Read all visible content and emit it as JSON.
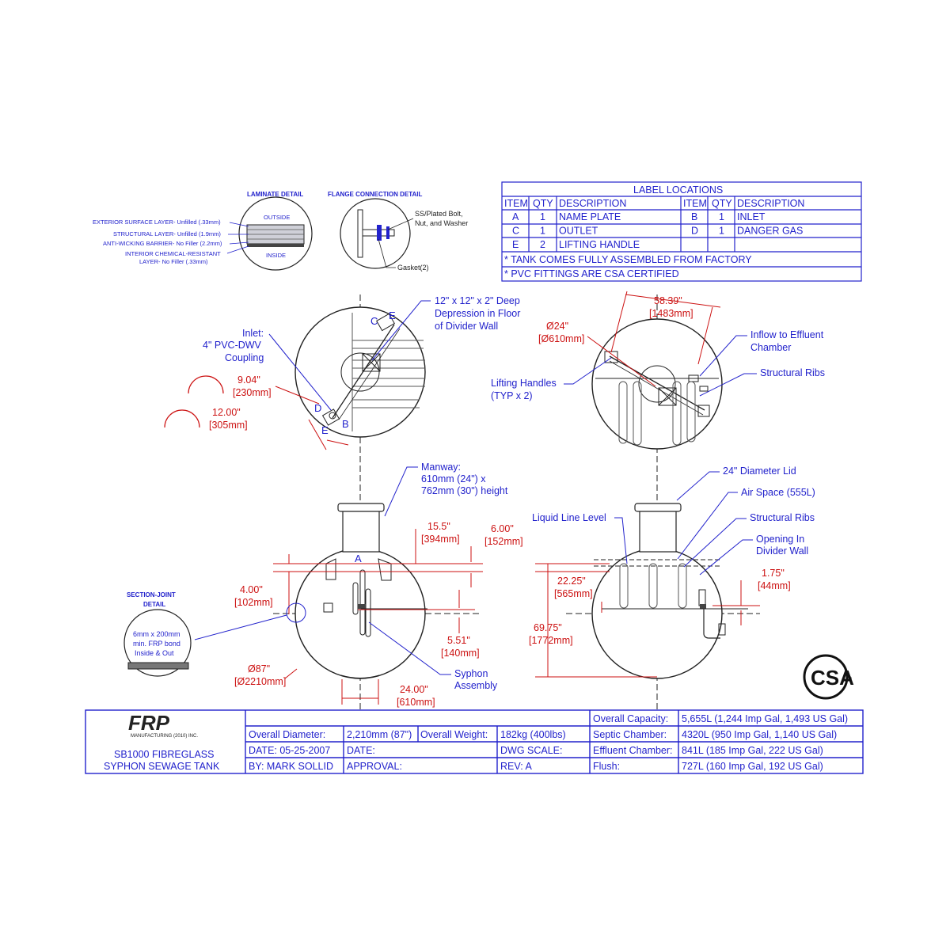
{
  "details": {
    "laminate_title": "LAMINATE DETAIL",
    "flange_title": "FLANGE CONNECTION DETAIL",
    "section_title_1": "SECTION-JOINT",
    "section_title_2": "DETAIL",
    "laminate_outside": "OUTSIDE",
    "laminate_inside": "INSIDE",
    "laminate_layers": [
      "EXTERIOR SURFACE LAYER- Unfilled (.33mm)",
      "STRUCTURAL LAYER- Unfilled (1.9mm)",
      "ANTI-WICKING BARRIER- No Filler (2.2mm)",
      "INTERIOR CHEMICAL-RESISTANT",
      "LAYER- No Filler (.33mm)"
    ],
    "flange_bolt_1": "SS/Plated Bolt,",
    "flange_bolt_2": "Nut, and Washer",
    "flange_gasket": "Gasket(2)",
    "section_joint_1": "6mm x 200mm",
    "section_joint_2": "min. FRP bond",
    "section_joint_3": "Inside & Out"
  },
  "label_table": {
    "title": "LABEL LOCATIONS",
    "headers": [
      "ITEM",
      "QTY",
      "DESCRIPTION",
      "ITEM",
      "QTY",
      "DESCRIPTION"
    ],
    "rows": [
      [
        "A",
        "1",
        "NAME PLATE",
        "B",
        "1",
        "INLET"
      ],
      [
        "C",
        "1",
        "OUTLET",
        "D",
        "1",
        "DANGER GAS"
      ],
      [
        "E",
        "2",
        "LIFTING HANDLE",
        "",
        "",
        ""
      ]
    ],
    "note_1": "* TANK COMES FULLY ASSEMBLED FROM FACTORY",
    "note_2": "* PVC FITTINGS ARE CSA CERTIFIED"
  },
  "callouts": {
    "inlet_1": "Inlet:",
    "inlet_2": "4\" PVC-DWV",
    "inlet_3": "Coupling",
    "depression_1": "12\" x 12\" x 2\" Deep",
    "depression_2": "Depression in Floor",
    "depression_3": "of Divider Wall",
    "inflow_1": "Inflow to Effluent",
    "inflow_2": "Chamber",
    "ribs_top": "Structural Ribs",
    "lifting_1": "Lifting Handles",
    "lifting_2": "(TYP x 2)",
    "manway_1": "Manway:",
    "manway_2": "610mm (24\") x",
    "manway_3": "762mm (30\") height",
    "lid": "24\" Diameter Lid",
    "air_space": "Air Space (555L)",
    "liquid_line": "Liquid Line Level",
    "ribs_side": "Structural Ribs",
    "opening_1": "Opening In",
    "opening_2": "Divider Wall",
    "syphon_1": "Syphon",
    "syphon_2": "Assembly",
    "letters": [
      "A",
      "B",
      "C",
      "D",
      "E",
      "E"
    ]
  },
  "dimensions": {
    "d_904": "9.04\"",
    "d_230": "[230mm]",
    "d_1200": "12.00\"",
    "d_305": "[305mm]",
    "d_5839": "58.39\"",
    "d_1483": "[1483mm]",
    "d_24": "Ø24\"",
    "d_610": "[Ø610mm]",
    "d_155": "15.5\"",
    "d_394": "[394mm]",
    "d_600": "6.00\"",
    "d_152": "[152mm]",
    "d_400": "4.00\"",
    "d_102": "[102mm]",
    "d_551": "5.51\"",
    "d_140": "[140mm]",
    "d_87": "Ø87\"",
    "d_2210": "[Ø2210mm]",
    "d_2400": "24.00\"",
    "d_610b": "[610mm]",
    "d_2225": "22.25\"",
    "d_565": "[565mm]",
    "d_6975": "69.75\"",
    "d_1772": "[1772mm]",
    "d_175": "1.75\"",
    "d_44": "[44mm]"
  },
  "title_block": {
    "logo": "FRP",
    "logo_sub": "MANUFACTURING (2010) INC.",
    "product_1": "SB1000 FIBREGLASS",
    "product_2": "SYPHON SEWAGE  TANK",
    "overall_diameter_label": "Overall Diameter:",
    "overall_diameter_value": "2,210mm (87\")",
    "overall_weight_label": "Overall Weight:",
    "overall_weight_value": "182kg (400lbs)",
    "date_label": "DATE: 05-25-2007",
    "date2_label": "DATE:",
    "dwg_scale_label": "DWG SCALE:",
    "by_label": "BY: MARK SOLLID",
    "approval_label": "APPROVAL:",
    "rev_label": "REV:  A",
    "capacity": [
      {
        "label": "Overall Capacity:",
        "value": "5,655L (1,244 Imp Gal, 1,493 US Gal)"
      },
      {
        "label": "Septic Chamber:",
        "value": "4320L (950 Imp Gal, 1,140 US Gal)"
      },
      {
        "label": "Effluent Chamber:",
        "value": "841L (185 Imp Gal, 222 US Gal)"
      },
      {
        "label": "Flush:",
        "value": "727L (160 Imp Gal, 192 US Gal)"
      }
    ]
  },
  "cert_mark": "CSA"
}
